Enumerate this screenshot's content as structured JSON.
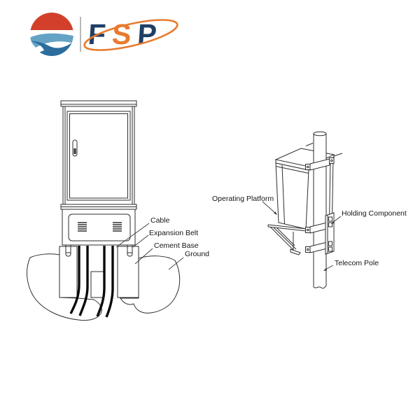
{
  "brand": {
    "wordmark_letters": [
      "F",
      "S",
      "P"
    ],
    "colors": {
      "red": "#d2402c",
      "light_blue": "#64a3c6",
      "dark_blue": "#2a6d9e",
      "navy": "#203f66",
      "orange": "#e87a2e",
      "divider_gray": "#b9b9b9",
      "line": "#2e2e2e"
    }
  },
  "figures": {
    "cabinet_installation": {
      "labels": {
        "cable": "Cable",
        "expansion_belt": "Expansion Belt",
        "cement_base": "Cement Base",
        "ground": "Ground"
      }
    },
    "pole_installation": {
      "labels": {
        "operating_platform": "Operating Platform",
        "holding_component": "Holding Component",
        "telecom_pole": "Telecom Pole"
      }
    }
  }
}
